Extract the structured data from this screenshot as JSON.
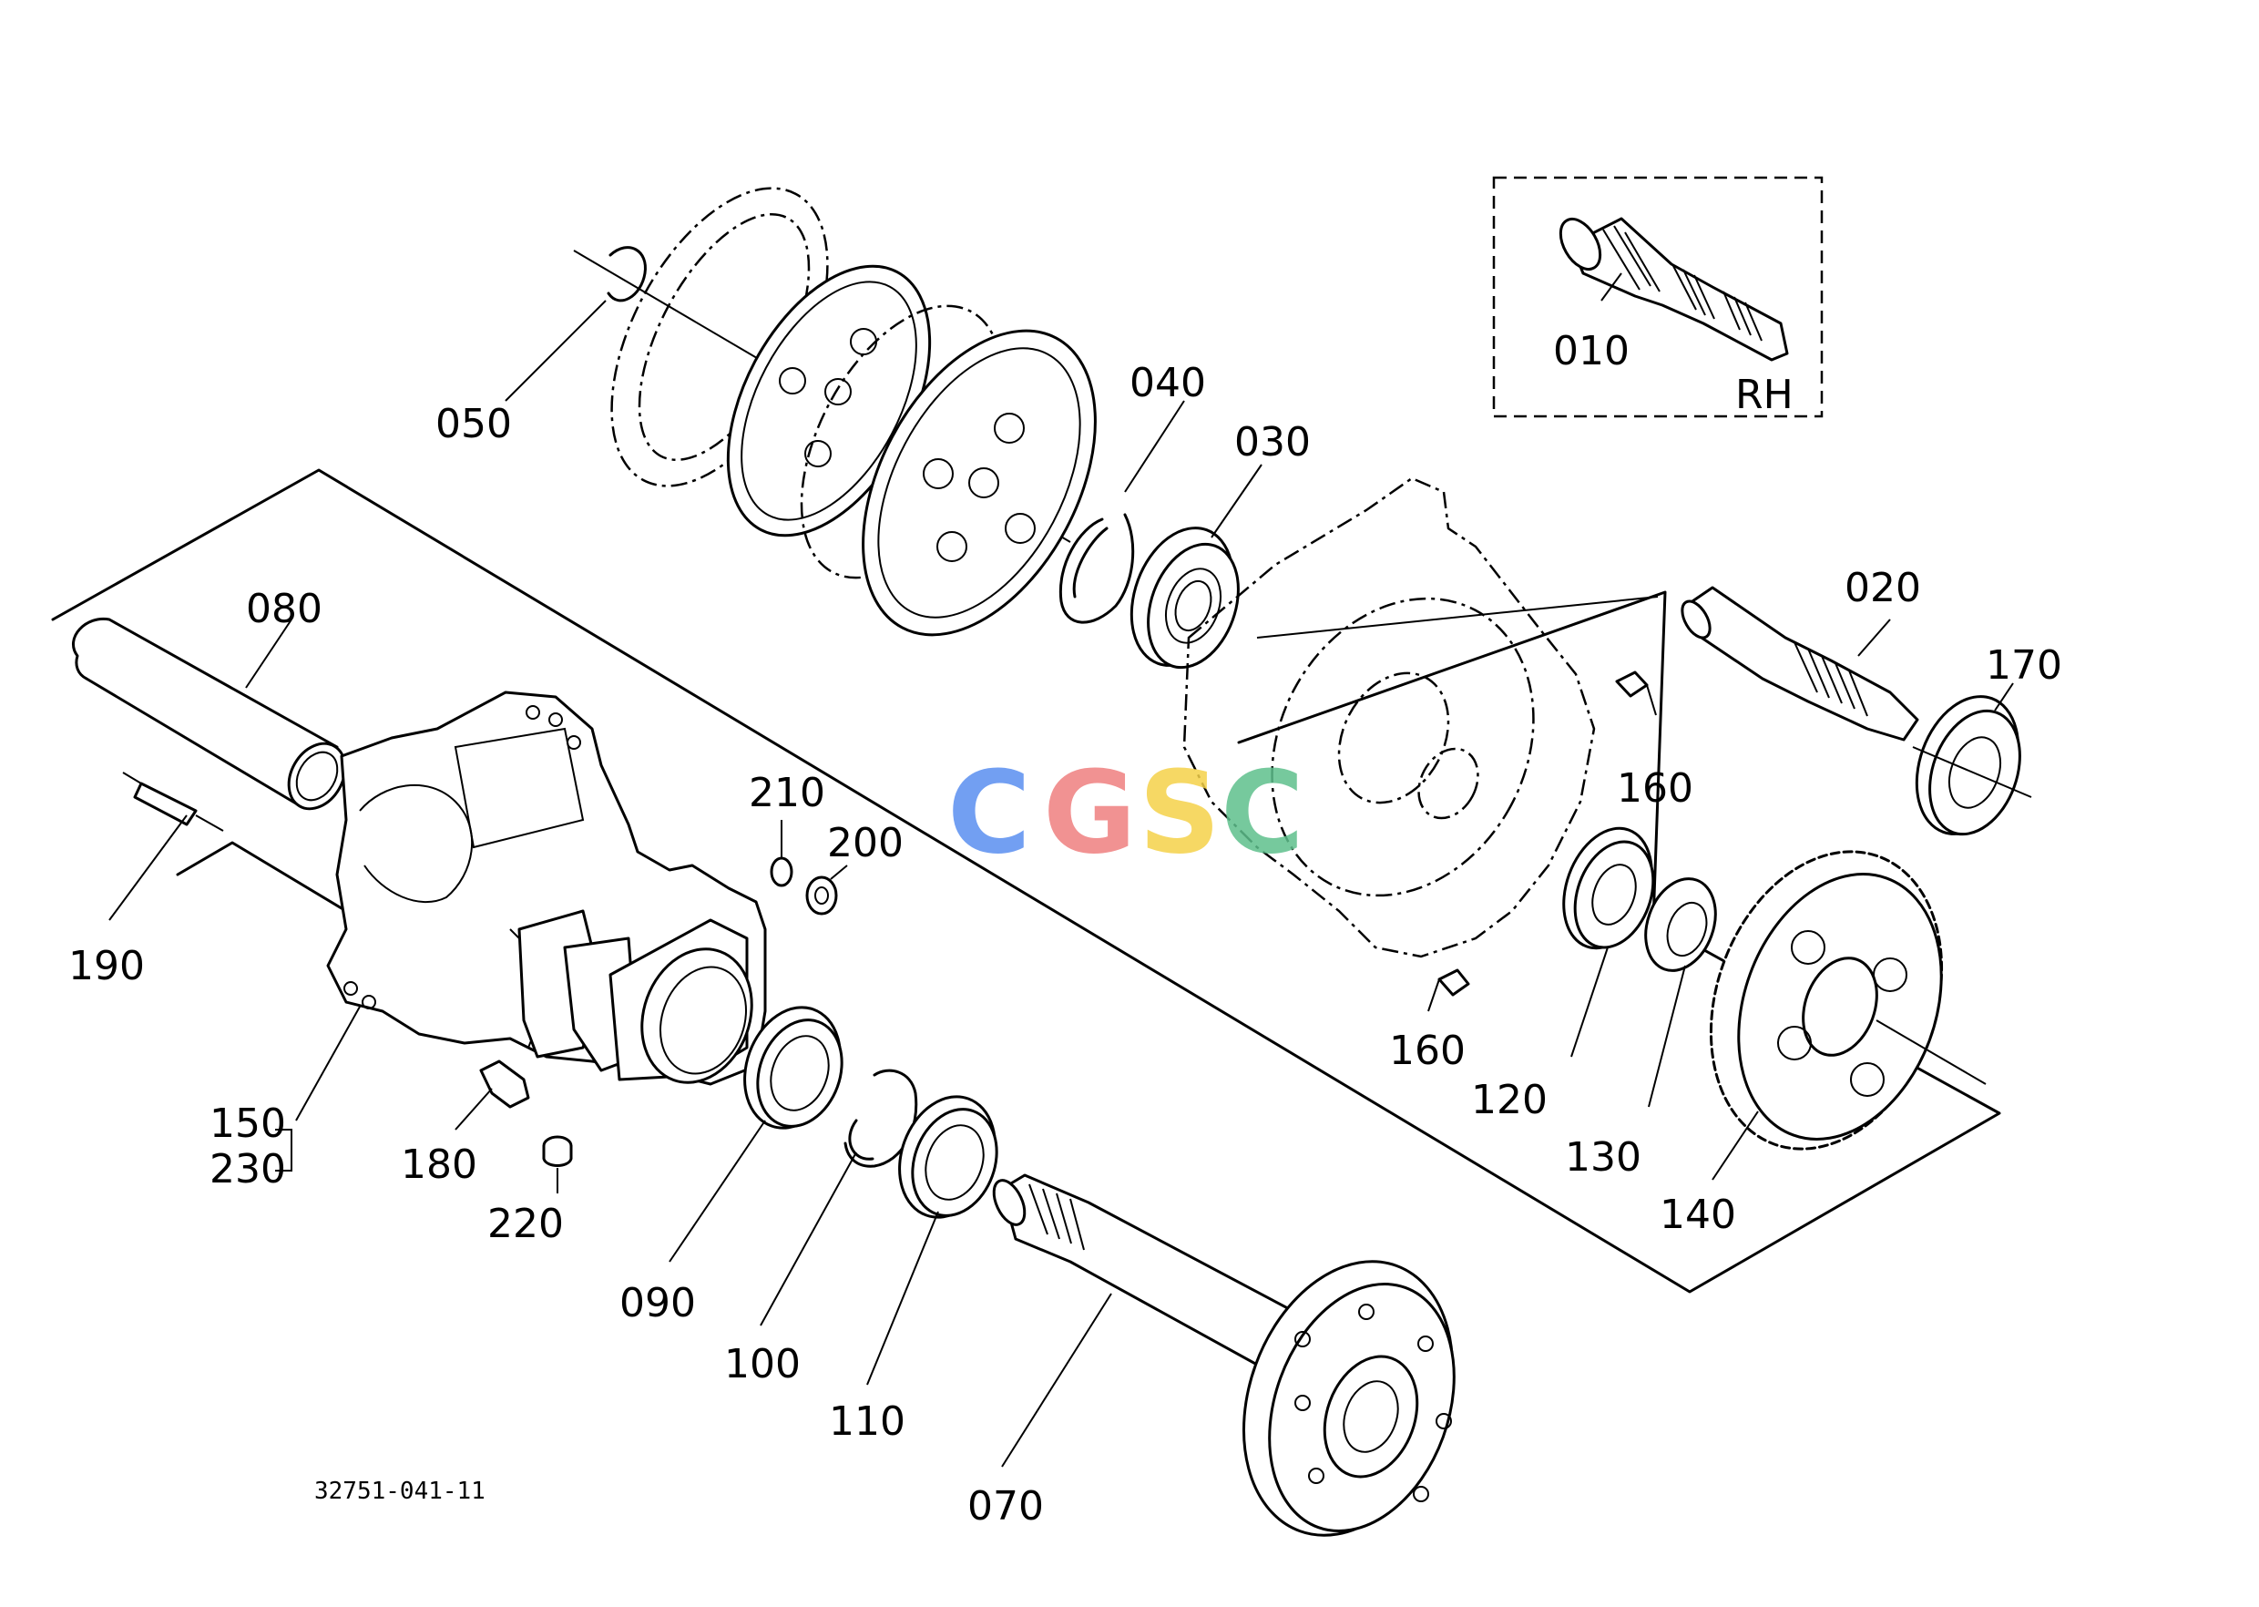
{
  "diagram": {
    "drawing_number": "32751-041-11",
    "inset_label": "RH",
    "watermark": {
      "letters": [
        "C",
        "G",
        "S",
        "C"
      ],
      "colors": [
        "#5a8ff0",
        "#ef7f7f",
        "#f5d24a",
        "#5fc08d"
      ]
    },
    "parts": {
      "p010": "010",
      "p020": "020",
      "p030": "030",
      "p040": "040",
      "p050": "050",
      "p070": "070",
      "p080": "080",
      "p090": "090",
      "p100": "100",
      "p110": "110",
      "p120": "120",
      "p130": "130",
      "p140": "140",
      "p150": "150",
      "p160a": "160",
      "p160b": "160",
      "p170": "170",
      "p180": "180",
      "p190": "190",
      "p200": "200",
      "p210": "210",
      "p220": "220",
      "p230": "230"
    }
  }
}
